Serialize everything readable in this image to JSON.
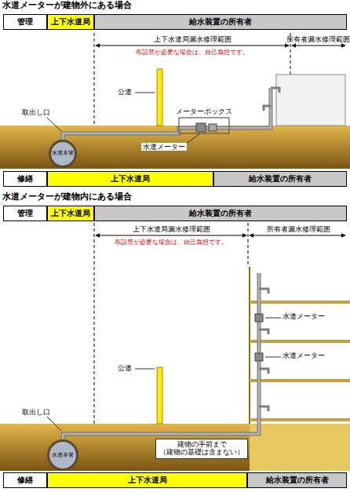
{
  "diagram": {
    "nodes": [
      {
        "text": [
          "管理"
        ]
      },
      {
        "text": [
          "上下水道局"
        ]
      },
      {
        "text": [
          "給水装置の所有者"
        ]
      },
      {
        "text": [
          "水道本管"
        ]
      },
      {
        "text": [
          "修繕"
        ]
      },
      {
        "text": [
          "上下水道局"
        ]
      },
      {
        "text": [
          "給水装置の所有者"
        ]
      },
      {
        "text": [
          "管理"
        ]
      },
      {
        "text": [
          "上下水道局"
        ]
      },
      {
        "text": [
          "給水装置の所有者"
        ]
      },
      {
        "text": [
          "水道本管"
        ]
      },
      {
        "text": [
          "建物の手前まで",
          "（建物の基礎は含まない）"
        ]
      },
      {
        "text": [
          "修繕"
        ]
      },
      {
        "text": [
          "上下水道局"
        ]
      },
      {
        "text": [
          "給水装置の所有者"
        ]
      }
    ],
    "labels": [
      "水道メーターが建物外にある場合",
      "上下水道局漏水修理範囲",
      "所有者漏水修理範囲",
      "布設替が必要な場合は、自己負担です。",
      "公道",
      "メーターボックス",
      "取出し口",
      "水道メーター",
      "水道メーターが建物内にある場合",
      "上下水道局漏水修理範囲",
      "布設替が必要な場合は、自己負担です。",
      "所有者漏水修理範囲",
      "公道",
      "水道メーター",
      "水道メーター",
      "取出し口"
    ]
  }
}
